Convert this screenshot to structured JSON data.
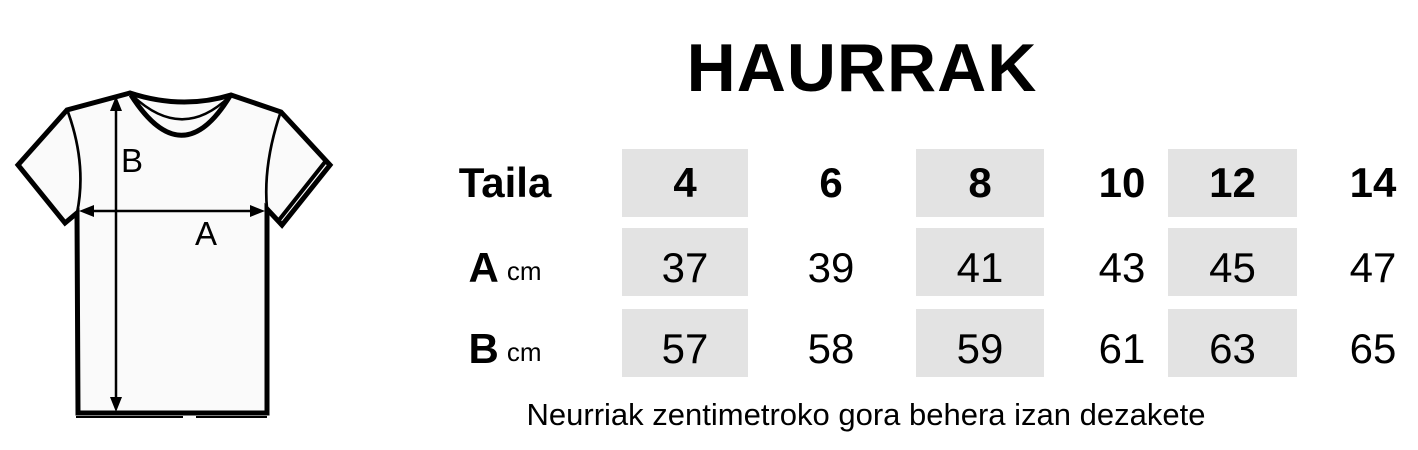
{
  "title": "HAURRAK",
  "diagram": {
    "label_a": "A",
    "label_b": "B"
  },
  "table": {
    "header_label": "Taila",
    "sizes": [
      "4",
      "6",
      "8",
      "10",
      "12",
      "14"
    ],
    "rows": [
      {
        "label": "A",
        "unit": "cm",
        "values": [
          "37",
          "39",
          "41",
          "43",
          "45",
          "47"
        ]
      },
      {
        "label": "B",
        "unit": "cm",
        "values": [
          "57",
          "58",
          "59",
          "61",
          "63",
          "65"
        ]
      }
    ]
  },
  "footer_note": "Neurriak zentimetroko gora behera izan dezakete",
  "colors": {
    "background": "#ffffff",
    "text": "#000000",
    "line": "#000000",
    "shaded_cell": "#e3e3e3",
    "shirt_fill": "#fafafa"
  }
}
